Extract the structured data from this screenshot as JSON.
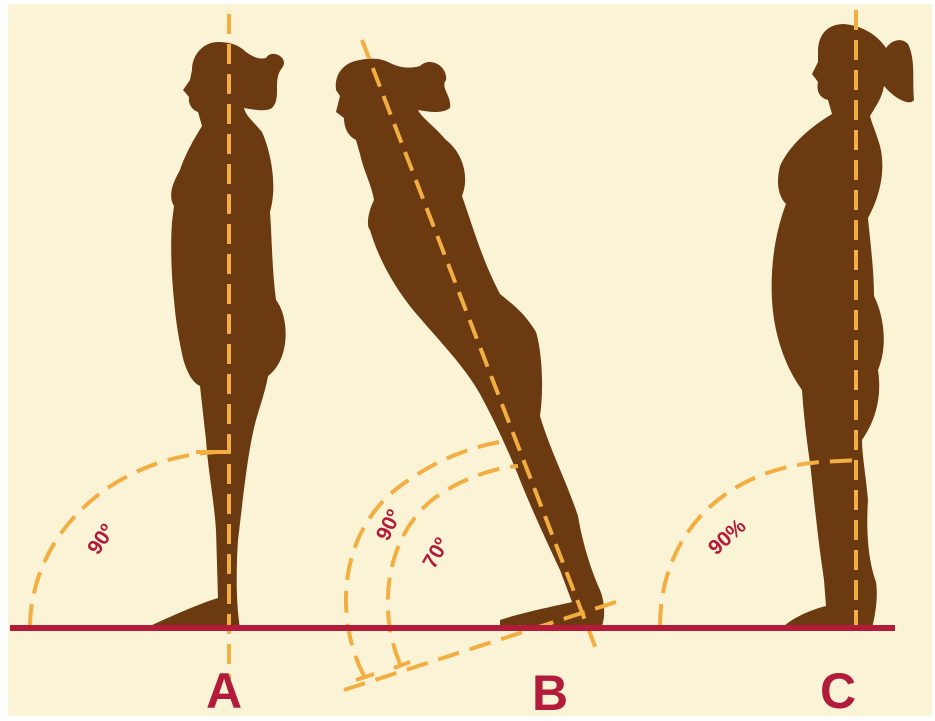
{
  "colors": {
    "background": "#fbf3d6",
    "silhouette": "#6b3a10",
    "guide_line": "#f3ae42",
    "ground_line": "#b21c3a",
    "label": "#b21c3a"
  },
  "figures": [
    {
      "id": "A",
      "label": "A",
      "posture": "upright",
      "angles": [
        "90º"
      ]
    },
    {
      "id": "B",
      "label": "B",
      "posture": "leaning-forward",
      "angles": [
        "90º",
        "70º"
      ]
    },
    {
      "id": "C",
      "label": "C",
      "posture": "upright-heavier",
      "angles": [
        "90%"
      ]
    }
  ]
}
